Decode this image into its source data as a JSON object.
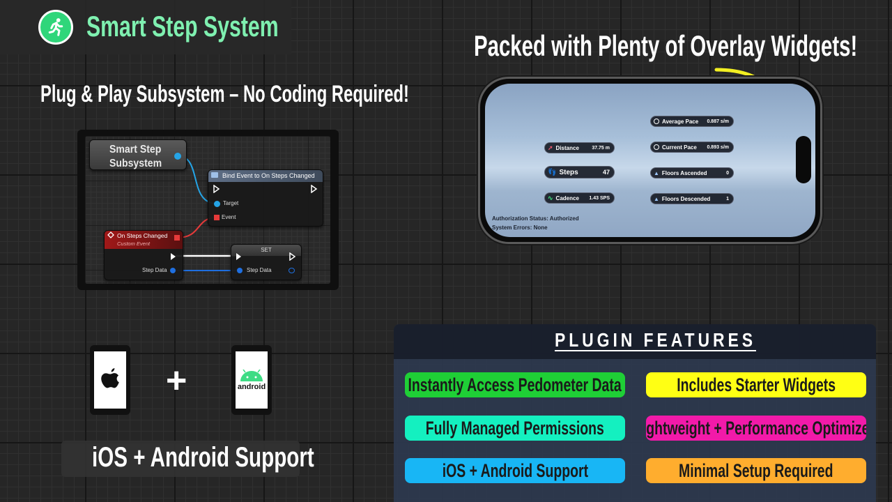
{
  "header": {
    "title": "Smart Step System",
    "icon": "running-person-icon"
  },
  "subtitle": "Plug & Play Subsystem – No Coding Required!",
  "blueprint": {
    "node_subsystem": {
      "line1": "Smart Step",
      "line2": "Subsystem"
    },
    "node_bind": {
      "title": "Bind Event to On Steps Changed",
      "pin_target": "Target",
      "pin_event": "Event"
    },
    "node_event": {
      "title": "On Steps Changed",
      "subtitle": "Custom Event",
      "pin_step_data": "Step Data"
    },
    "node_set": {
      "title": "SET",
      "pin_step_data": "Step Data"
    },
    "colors": {
      "exec": "#ffffff",
      "object": "#25a4e6",
      "delegate": "#e53a3a",
      "struct": "#1f6fe0"
    }
  },
  "phone": {
    "heading": "Packed with Plenty of Overlay Widgets!",
    "widgets": {
      "average_pace": {
        "label": "Average Pace",
        "value": "0.887 s/m"
      },
      "current_pace": {
        "label": "Current Pace",
        "value": "0.893 s/m"
      },
      "distance": {
        "label": "Distance",
        "value": "37.75 m"
      },
      "steps": {
        "label": "Steps",
        "value": "47"
      },
      "cadence": {
        "label": "Cadence",
        "value": "1.43 SPS"
      },
      "floors_ascended": {
        "label": "Floors Ascended",
        "value": "0"
      },
      "floors_descended": {
        "label": "Floors Descended",
        "value": "1"
      }
    },
    "auth_status": "Authorization Status:  Authorized",
    "system_errors": "System Errors:  None"
  },
  "platforms": {
    "ios_icon": "apple-logo-icon",
    "android_icon": "android-logo-icon",
    "android_text": "android",
    "plus": "+",
    "label": "iOS + Android Support"
  },
  "features": {
    "title": "PLUGIN FEATURES",
    "items": [
      {
        "label": "Instantly Access Pedometer Data",
        "color": "#1fcf36"
      },
      {
        "label": "Includes Starter Widgets",
        "color": "#ffff14"
      },
      {
        "label": "Fully Managed Permissions",
        "color": "#14f0c0"
      },
      {
        "label": "Lightweight + Performance Optimized",
        "color": "#f21aa9"
      },
      {
        "label": "iOS + Android Support",
        "color": "#18b6f5"
      },
      {
        "label": "Minimal Setup Required",
        "color": "#ffad2e"
      }
    ]
  }
}
